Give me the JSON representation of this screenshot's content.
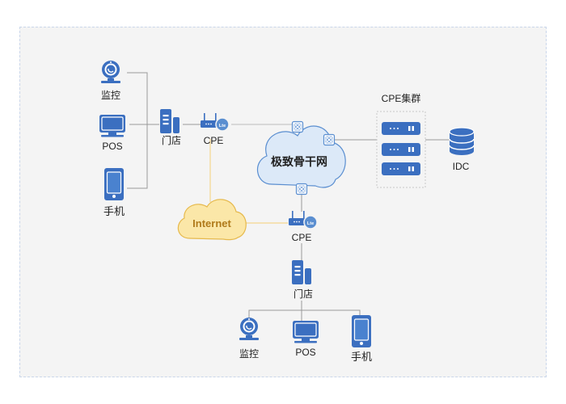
{
  "diagram": {
    "backbone": {
      "label": "极致骨干网",
      "fill": "#dce9f8",
      "stroke": "#5a8ed0"
    },
    "internet": {
      "label": "Internet",
      "fill": "#fbe7a8",
      "stroke": "#e6b94c",
      "text_color": "#b07a1a"
    },
    "cluster": {
      "label": "CPE集群"
    },
    "idc": {
      "label": "IDC"
    },
    "branch_top": {
      "devices": [
        {
          "icon": "webcam-icon",
          "label": "监控"
        },
        {
          "icon": "pos-monitor-icon",
          "label": "POS"
        },
        {
          "icon": "mobile-phone-icon",
          "label": "手机"
        }
      ],
      "store_label": "门店",
      "cpe_label": "CPE",
      "cpe_badge": "Lte"
    },
    "branch_bottom": {
      "devices": [
        {
          "icon": "webcam-icon",
          "label": "监控"
        },
        {
          "icon": "pos-monitor-icon",
          "label": "POS"
        },
        {
          "icon": "mobile-phone-icon",
          "label": "手机"
        }
      ],
      "store_label": "门店",
      "cpe_label": "CPE",
      "cpe_badge": "Lte"
    },
    "colors": {
      "icon_blue": "#3b6fc0",
      "line_gray": "#9a9a9a",
      "line_orange": "#f3d58e"
    }
  }
}
